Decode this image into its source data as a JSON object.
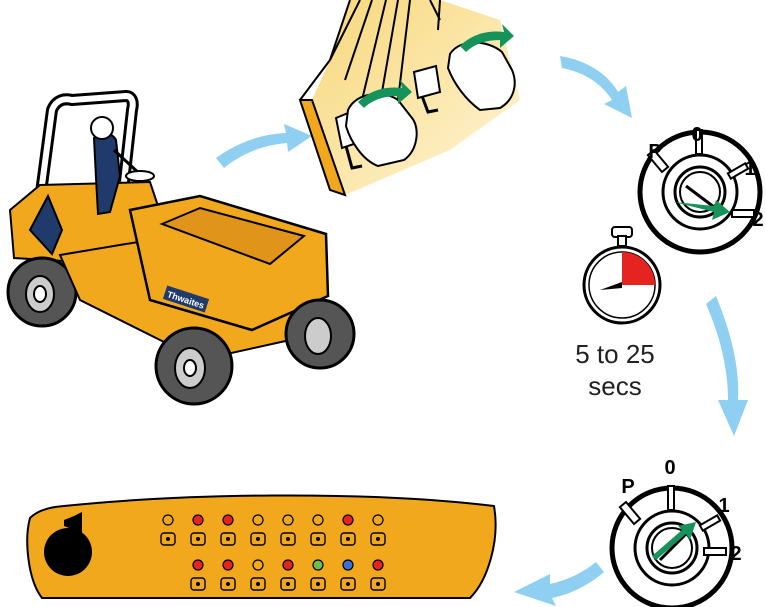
{
  "timer": {
    "line1": "5 to 25",
    "line2": "secs"
  },
  "key_switch_top": {
    "pos_p": "P",
    "pos_0": "0",
    "pos_1": "1",
    "pos_2": "2"
  },
  "key_switch_bottom": {
    "pos_p": "P",
    "pos_0": "0",
    "pos_1": "1",
    "pos_2": "2"
  },
  "dumper": {
    "brand": "Thwaites"
  },
  "colors": {
    "machine": "#F2A81D",
    "arrow": "#8ECFF2",
    "indicator_red": "#E52421",
    "indicator_green": "#6CC04A",
    "indicator_blue": "#3A6FD8",
    "key_green": "#16935B",
    "timer_red": "#E52421"
  },
  "icons": {
    "horn": "horn-icon",
    "dash_indicators_top": [
      "high-temp-icon",
      "oil-pressure-icon",
      "hydraulic-oil-icon",
      "manual-icon",
      "engine-icon",
      "manual-icon",
      "hydraulic-filter-icon",
      "transmission-icon"
    ],
    "dash_indicators_bottom": [
      "brake-warning-icon",
      "brake-icon",
      "fuel-icon",
      "water-in-fuel-icon",
      "indicators-icon",
      "main-beam-icon",
      "battery-icon"
    ],
    "dash_lamps_top": [
      "orange",
      "red",
      "red",
      "orange",
      "orange",
      "orange",
      "red",
      "orange"
    ],
    "dash_lamps_bottom": [
      "red",
      "red",
      "orange",
      "red",
      "green",
      "blue",
      "red"
    ]
  }
}
